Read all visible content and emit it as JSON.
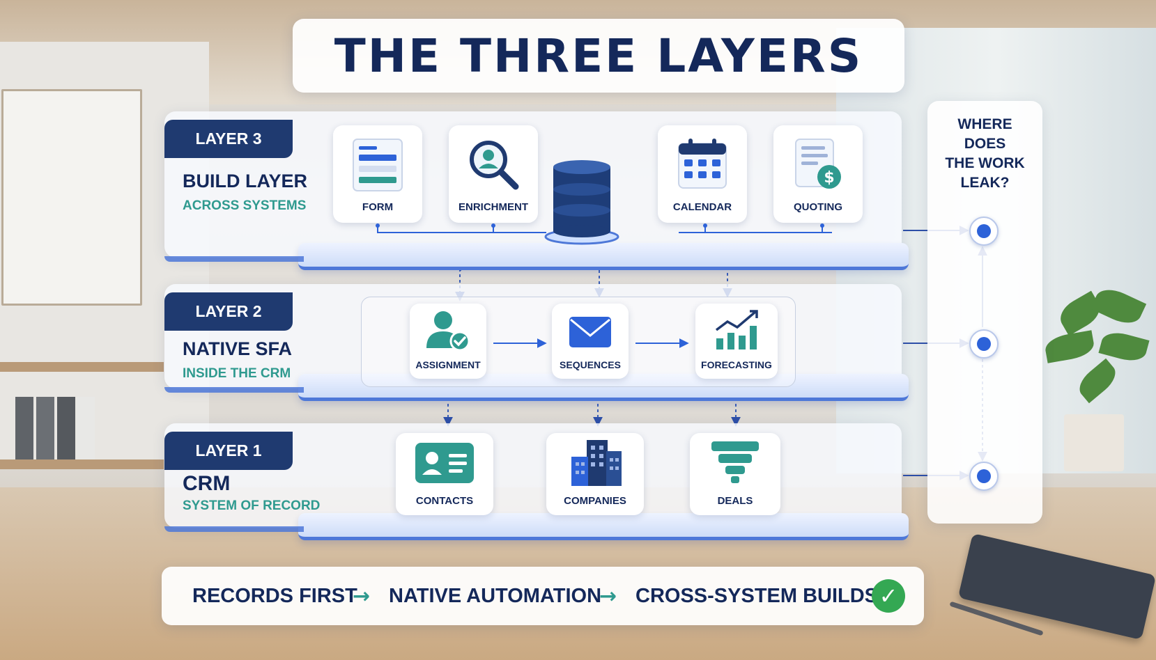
{
  "title": "THE THREE LAYERS",
  "layers": [
    {
      "tag": "LAYER 3",
      "name": "BUILD LAYER",
      "subtitle": "ACROSS SYSTEMS",
      "items": [
        "FORM",
        "ENRICHMENT",
        "CALENDAR",
        "QUOTING"
      ]
    },
    {
      "tag": "LAYER 2",
      "name": "NATIVE SFA",
      "subtitle": "INSIDE THE CRM",
      "items": [
        "ASSIGNMENT",
        "SEQUENCES",
        "FORECASTING"
      ]
    },
    {
      "tag": "LAYER 1",
      "name": "CRM",
      "subtitle": "SYSTEM OF RECORD",
      "items": [
        "CONTACTS",
        "COMPANIES",
        "DEALS"
      ]
    }
  ],
  "side_question": [
    "WHERE",
    "DOES",
    "THE WORK",
    "LEAK?"
  ],
  "flow": [
    "RECORDS FIRST",
    "NATIVE AUTOMATION",
    "CROSS-SYSTEM BUILDS"
  ],
  "icons": {
    "form": "form-icon",
    "enrichment": "magnifier-user-icon",
    "database": "database-icon",
    "calendar": "calendar-icon",
    "quoting": "quote-dollar-icon",
    "assignment": "user-check-icon",
    "sequences": "envelope-icon",
    "forecasting": "growth-chart-icon",
    "contacts": "contact-card-icon",
    "companies": "buildings-icon",
    "deals": "funnel-icon",
    "flow_arrow": "arrow-right-icon",
    "done": "check-circle-icon"
  },
  "colors": {
    "navy": "#14285a",
    "teal": "#2f9a8f",
    "blue": "#2d62d8",
    "tag_bg": "#1f3a70",
    "success": "#34a853"
  }
}
